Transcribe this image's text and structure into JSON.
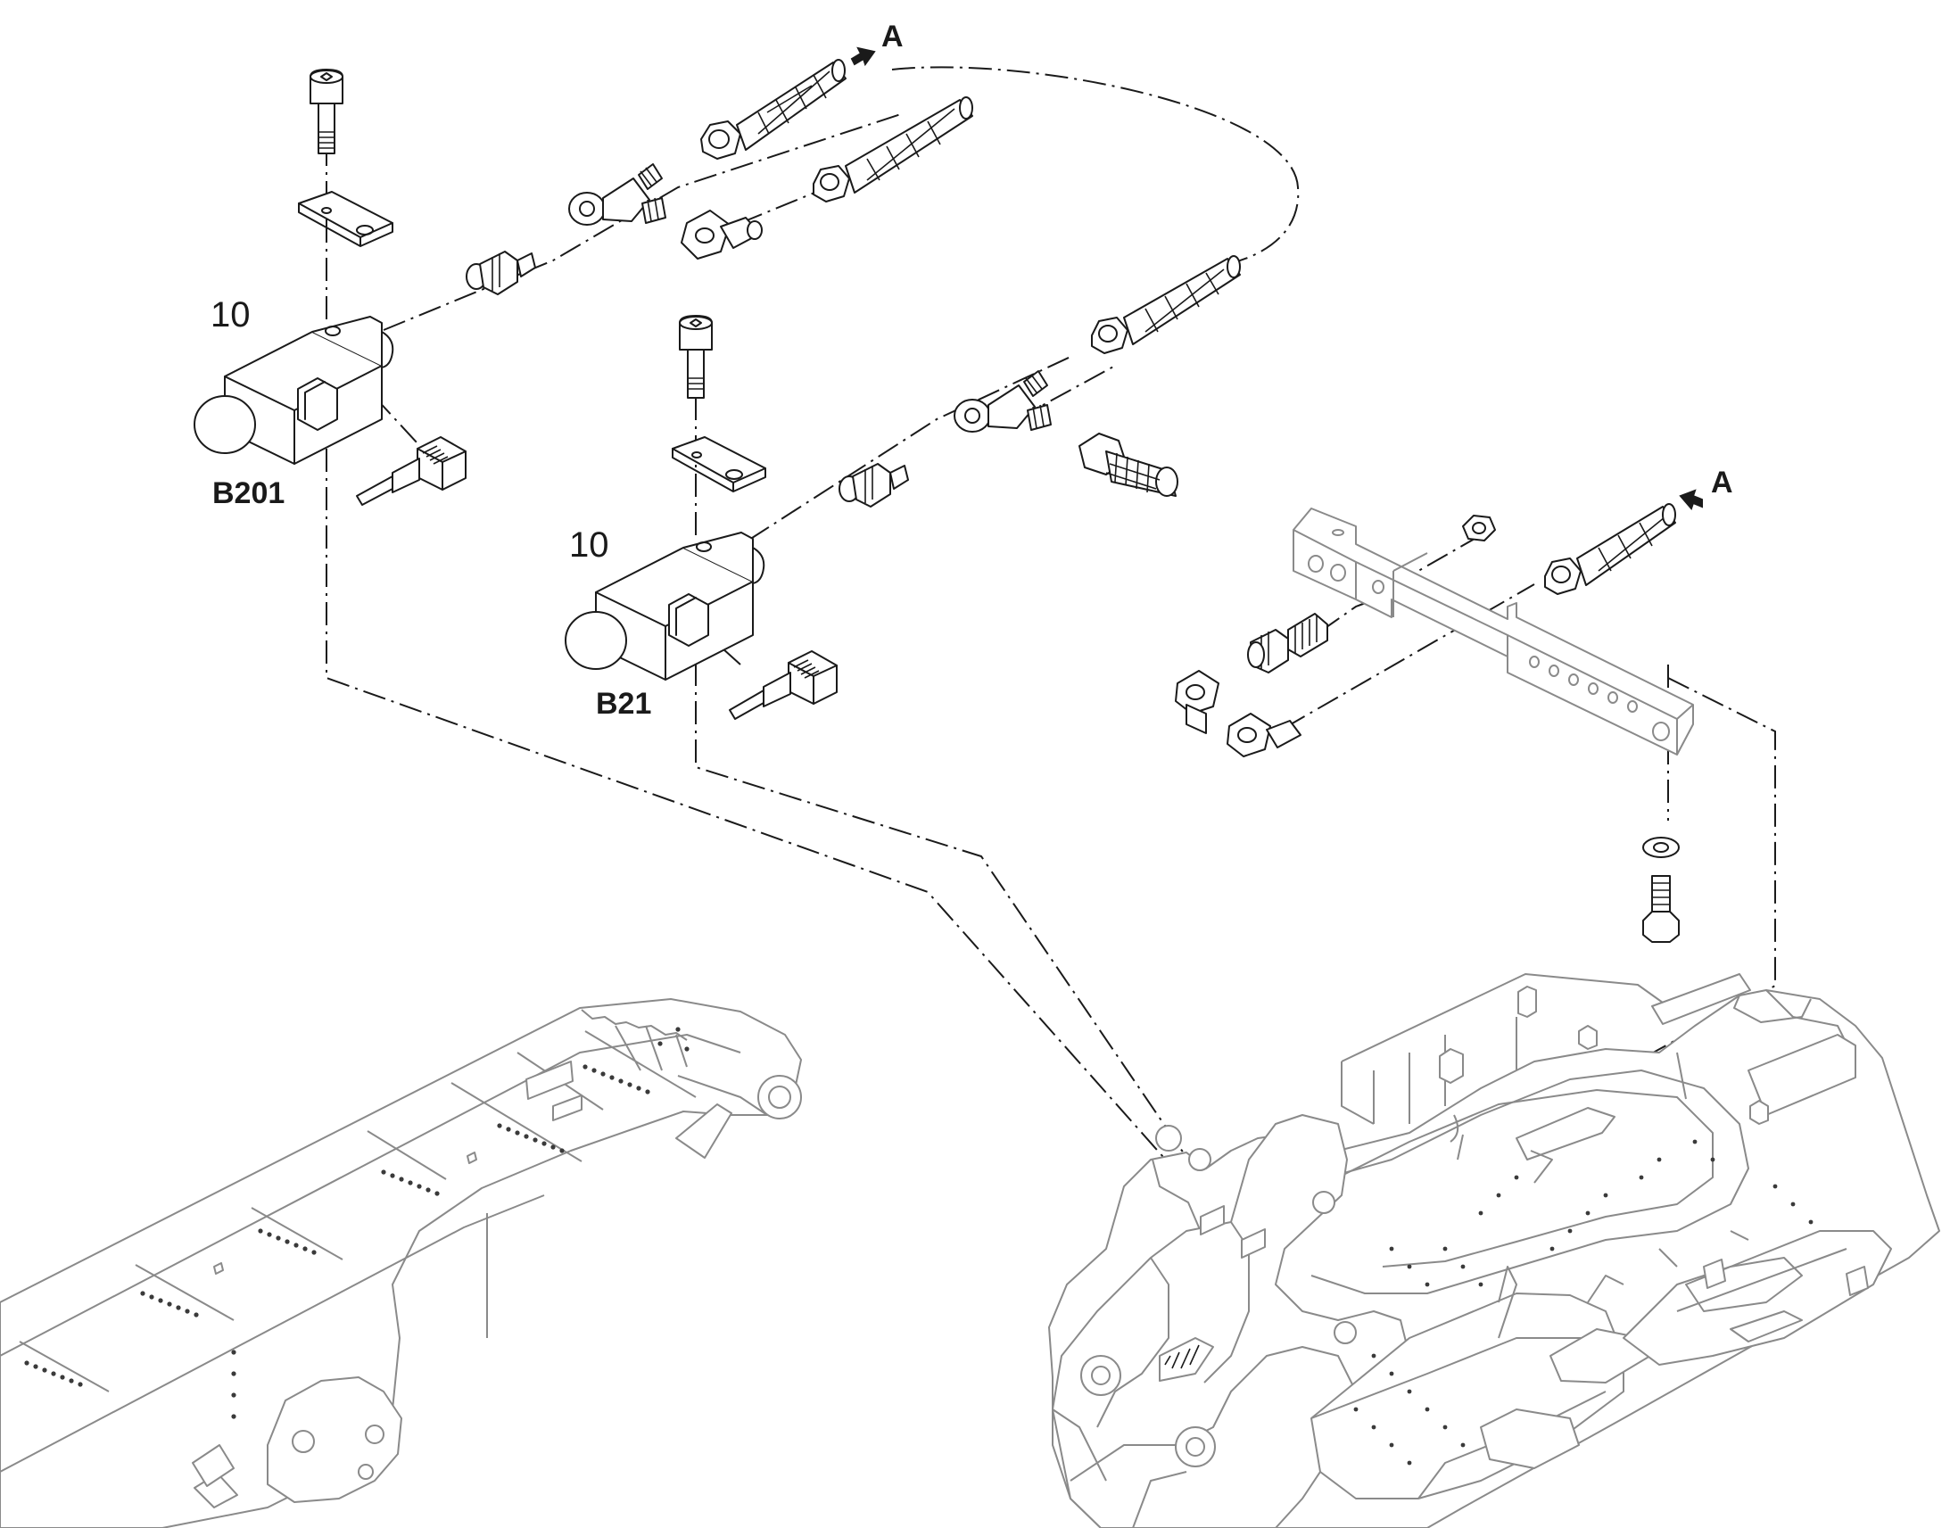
{
  "callouts": {
    "item_number_upper": "10",
    "item_number_lower": "10",
    "sensor_upper": "B201",
    "sensor_lower": "B21",
    "connection_marker_top": "A",
    "connection_marker_right": "A"
  },
  "colors": {
    "line": "#1a1a1a",
    "background_component": "#8a8a8a",
    "paper": "#ffffff"
  },
  "icons": {
    "arrow_marker": "filled-arrow"
  }
}
